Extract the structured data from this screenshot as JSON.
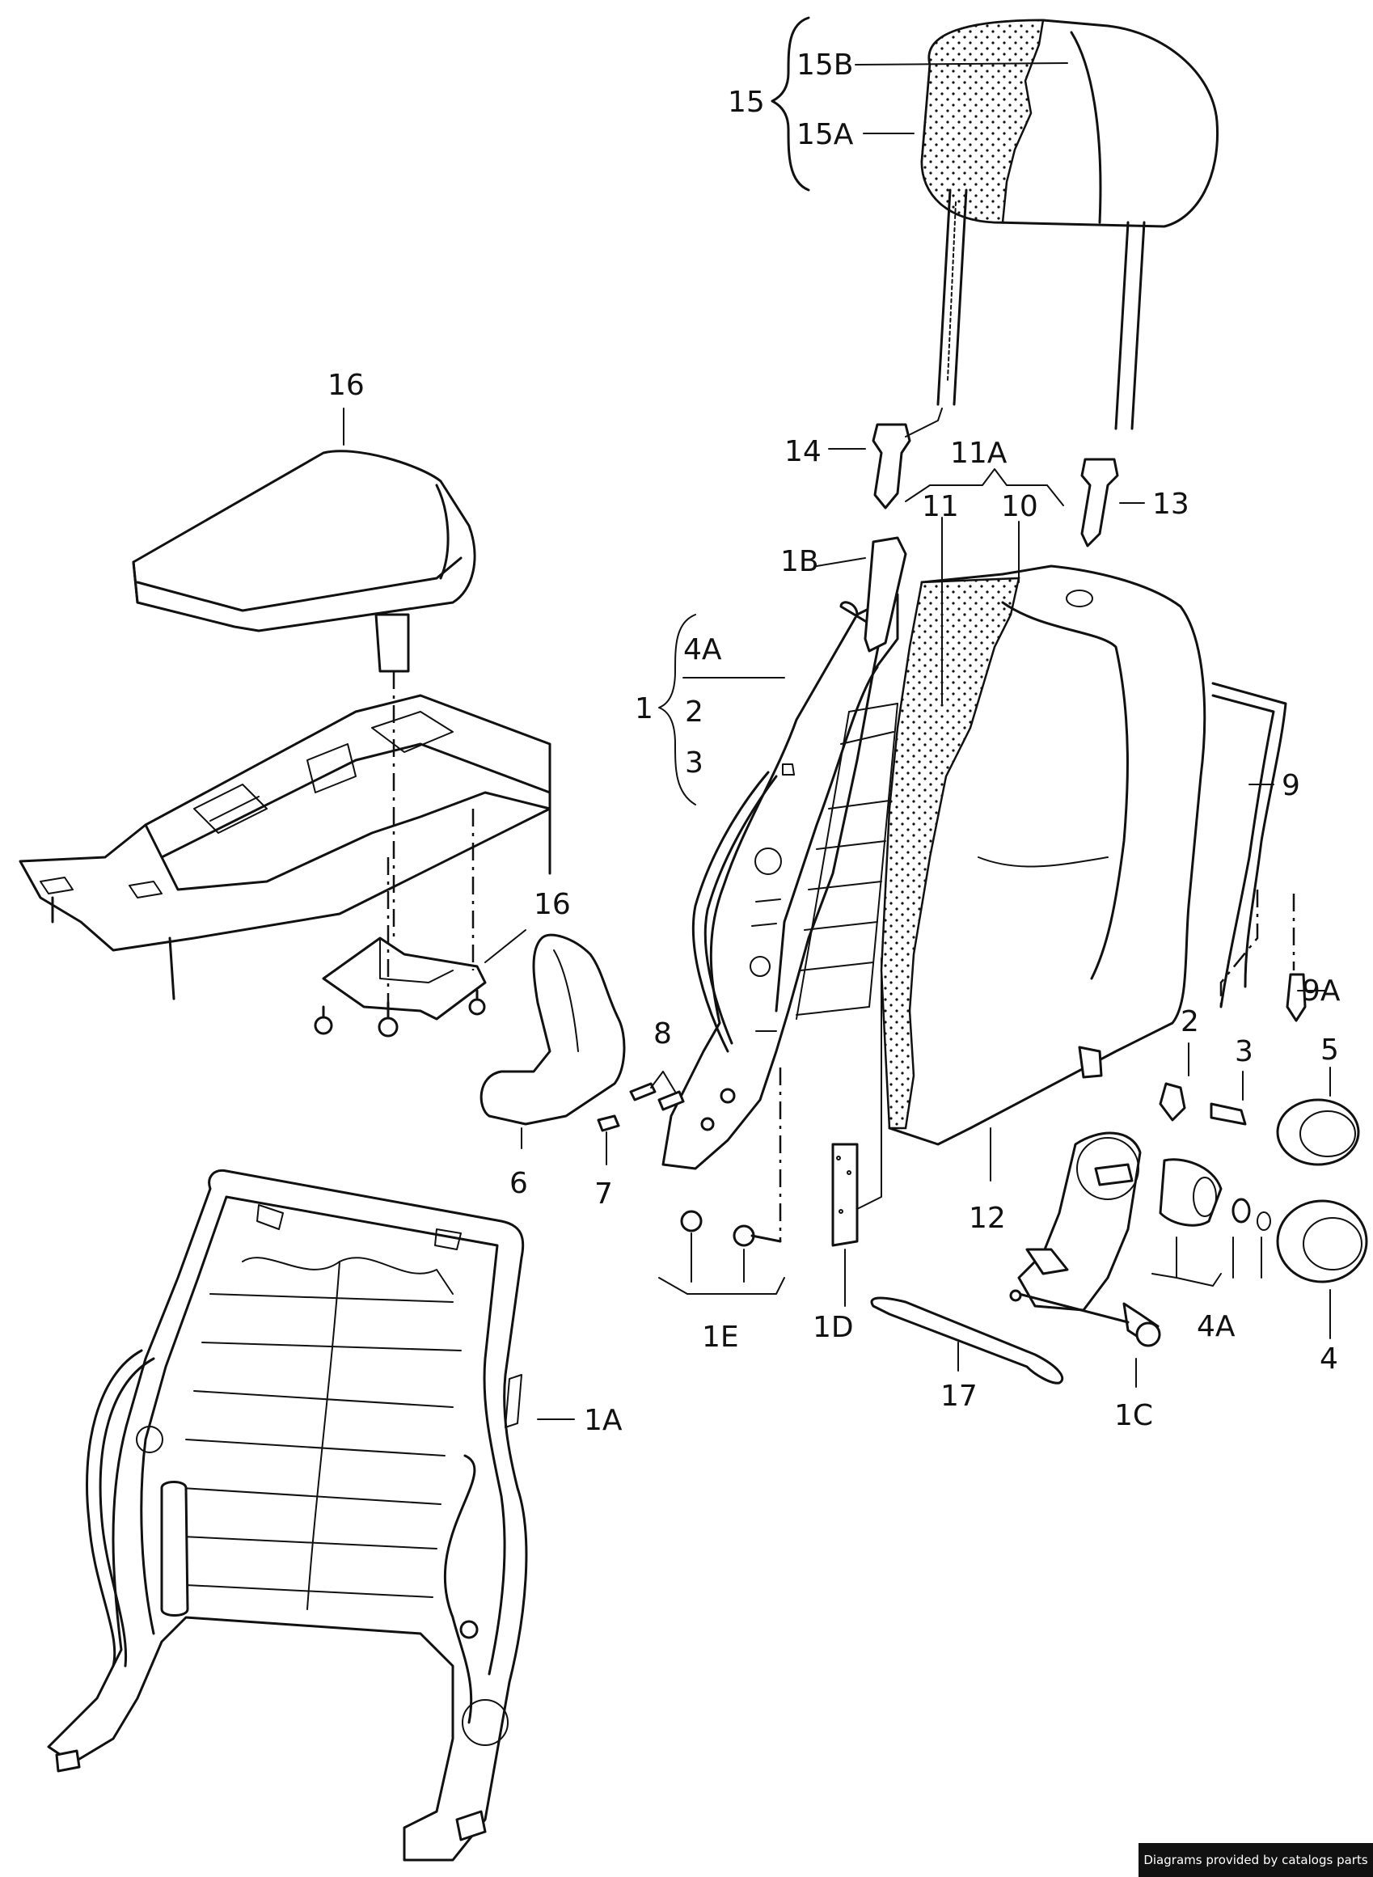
{
  "labels": {
    "l15": "15",
    "l15B": "15B",
    "l15A": "15A",
    "l16top": "16",
    "l14": "14",
    "l11A": "11A",
    "l11": "11",
    "l10": "10",
    "l13": "13",
    "l1B": "1B",
    "l1": "1",
    "l4A_top": "4A",
    "l2_left": "2",
    "l3_left": "3",
    "l9": "9",
    "l16mid": "16",
    "l9A": "9A",
    "l8": "8",
    "l2_right": "2",
    "l3_right": "3",
    "l5": "5",
    "l6": "6",
    "l7": "7",
    "l12": "12",
    "l1E": "1E",
    "l1D": "1D",
    "l4A_bottom": "4A",
    "l4": "4",
    "l17": "17",
    "l1C": "1C",
    "l1A": "1A"
  },
  "credit": "Diagrams provided by catalogs parts"
}
